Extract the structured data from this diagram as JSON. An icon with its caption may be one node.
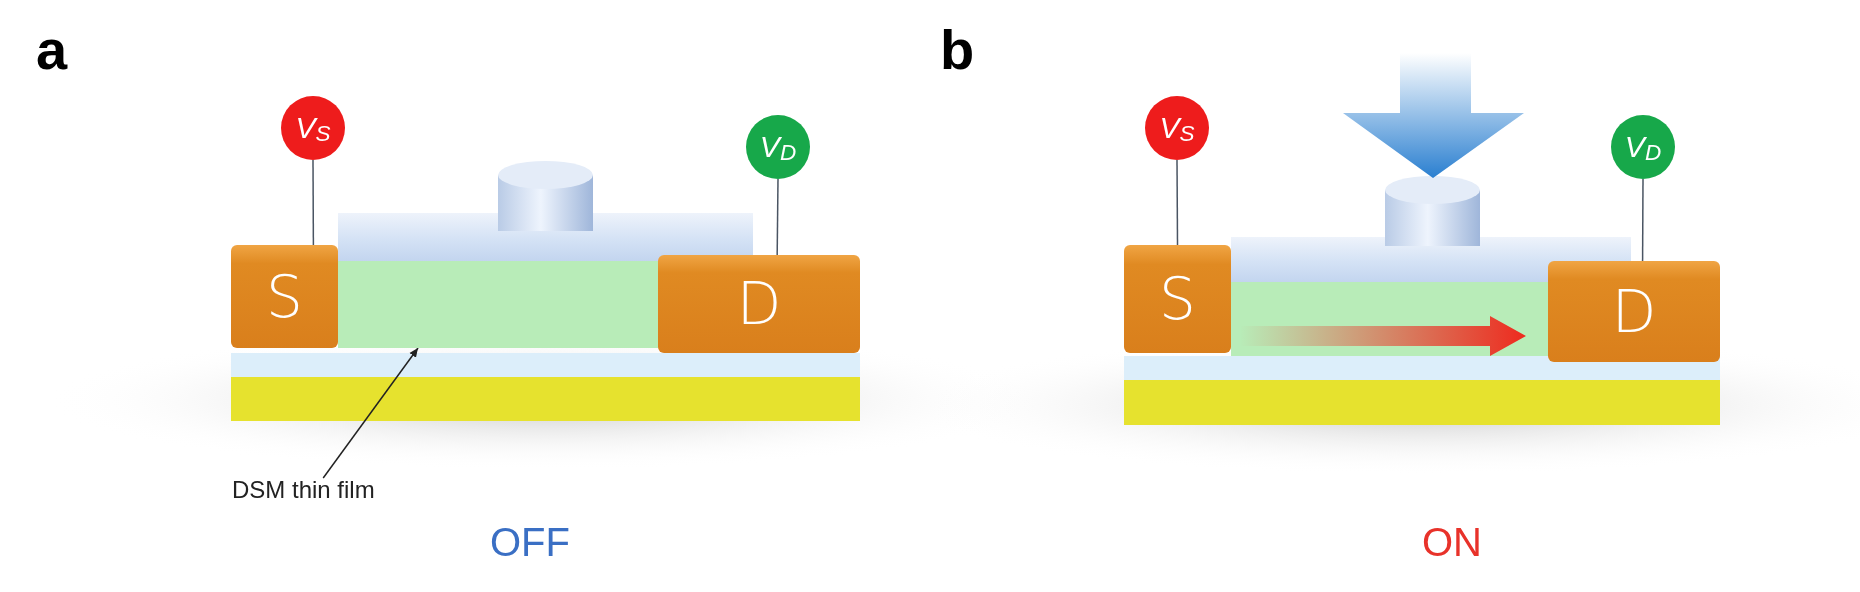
{
  "diagram": {
    "nodes": [
      {
        "text": [
          "V$_{S}$"
        ]
      },
      {
        "text": [
          "V$_{D}$"
        ]
      },
      {
        "text": [
          "S"
        ]
      },
      {
        "text": [],
        "shape": "box"
      },
      {
        "text": [
          "D"
        ]
      },
      {
        "text": [
          "DSM thin film"
        ]
      },
      {
        "text": [
          "V$_{S}$"
        ]
      },
      {
        "text": [
          "V$_{D}$"
        ]
      },
      {
        "text": [
          "S"
        ]
      },
      {
        "text": [
          "D"
        ]
      }
    ],
    "edges": [
      {
        "from": 0,
        "to": 2,
        "arrow": "none"
      },
      {
        "from": 1,
        "to": 4,
        "arrow": "none"
      },
      {
        "from": 5,
        "to": 3,
        "arrow": "to"
      },
      {
        "from": 6,
        "to": 8,
        "arrow": "none"
      },
      {
        "from": 7,
        "to": 9,
        "arrow": "none"
      }
    ],
    "labels": [
      "a",
      "b",
      "OFF",
      "ON"
    ]
  }
}
